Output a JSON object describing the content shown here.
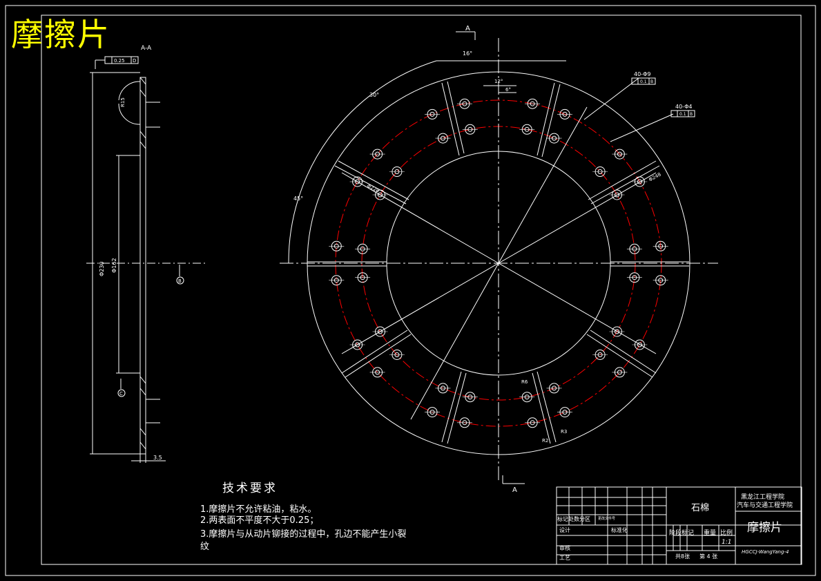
{
  "sheet": {
    "title": "摩擦片",
    "section_label": "A-A",
    "section_marks": [
      "A",
      "A"
    ]
  },
  "annotations": {
    "flatness": "0.25",
    "datum_top": "D",
    "hole_a": "40-Φ9",
    "hole_a_tol": "0.1",
    "hole_a_datum": "B",
    "hole_b": "40-Φ4",
    "hole_b_tol": "0.1",
    "hole_b_datum": "B",
    "dia_outer": "Φ248",
    "dia_pcd": "Φ220",
    "dia_left": "Φ230",
    "dia_inner": "Φ162",
    "angle_12": "12°",
    "angle_6": "6°",
    "angle_16": "16°",
    "angle_30": "30°",
    "angle_45": "45°",
    "r2": "R2",
    "r3": "R3",
    "r6": "R6",
    "thickness": "3.5",
    "datum_b": "B",
    "datum_c": "C",
    "r15": "R15"
  },
  "tech_requirements": {
    "heading": "技术要求",
    "items": [
      "1.摩擦片不允许粘油，粘水。",
      "2.两表面不平度不大于0.25；",
      "3.摩擦片与从动片铆接的过程中，孔边不能产生小裂",
      "纹"
    ]
  },
  "title_block": {
    "material": "石棉",
    "school_line1": "黑龙江工程学院",
    "school_line2": "汽车与交通工程学院",
    "part_name": "摩擦片",
    "stage_mark": "阶段标记",
    "weight": "重量",
    "scale_label": "比例",
    "scale": "1:1",
    "mark_row": "标记处数分区",
    "doc_no": "更改文件号",
    "design": "设计",
    "standard": "标准化",
    "review": "审核",
    "process": "工艺",
    "sheets": "共8张",
    "sheet_no": "第 4 张",
    "drawing_no": "HGCCJ-WangYang-4"
  },
  "colors": {
    "line": "#ffffff",
    "center": "#ff0000",
    "title": "#ffff00",
    "background": "#000000"
  }
}
